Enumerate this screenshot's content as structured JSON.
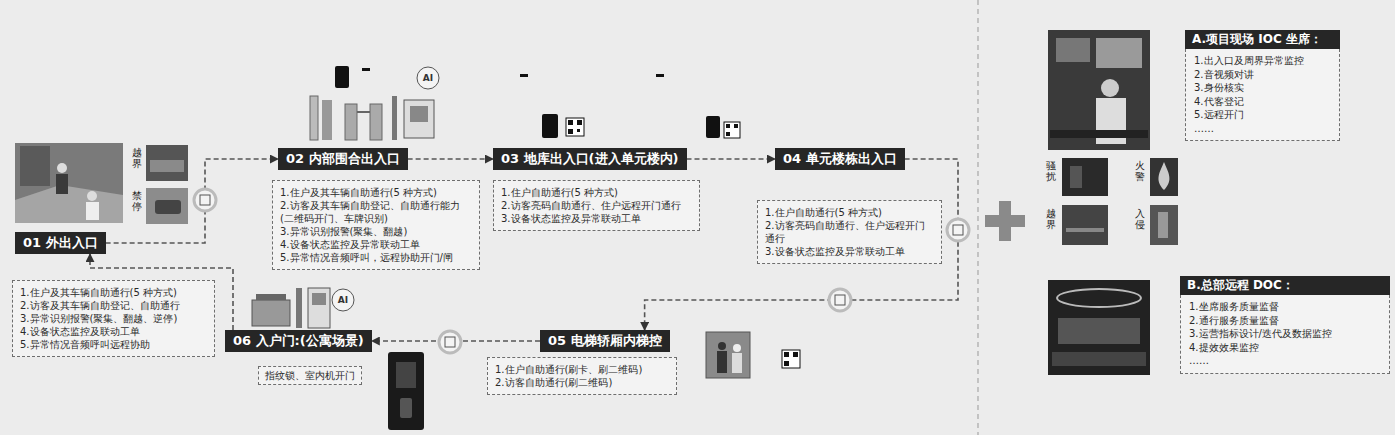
{
  "diagram": {
    "nodes": [
      {
        "text": [
          "01 外出入口"
        ]
      },
      {
        "text": [
          "1.住户及其车辆自助通行(5 种方式)",
          "2.访客及其车辆自助登记、自助通行",
          "3.异常识别报警(聚集、翻越、逆停)",
          "4.设备状态监控及联动工单",
          "5.异常情况音频呼叫远程协助"
        ]
      },
      {
        "text": [
          "02 内部围合出入口"
        ]
      },
      {
        "text": [
          "1.住户及其车辆自助通行(5 种方式)",
          "2.访客及其车辆自助登记、自助通行能力(二维码开门、车牌识别)",
          "3.异常识别报警(聚集、翻越)",
          "4.设备状态监控及异常联动工单",
          "5.异常情况音频呼叫，远程协助开门/闸"
        ]
      },
      {
        "text": [
          "03 地库出入口(进入单元楼内)"
        ]
      },
      {
        "text": [
          "1.住户自助通行(5 种方式)",
          "2.访客亮码自助通行、住户远程开门通行",
          "3.设备状态监控及异常联动工单"
        ]
      },
      {
        "text": [
          "04 单元楼栋出入口"
        ]
      },
      {
        "text": [
          "1.住户自助通行(5 种方式)",
          "2.访客亮码自助通行、住户远程开门通行",
          "3.设备状态监控及异常联动工单"
        ]
      },
      {
        "text": [
          "05 电梯轿厢内梯控"
        ]
      },
      {
        "text": [
          "1.住户自助通行(刷卡、刷二维码)",
          "2.访客自助通行(刷二维码)"
        ]
      },
      {
        "text": [
          "06 入户门:(公寓场景)"
        ]
      },
      {
        "text": [
          "指纹锁、室内机开门"
        ]
      },
      {
        "text": [
          "A.项目现场 IOC 坐席：",
          "1.出入口及周界异常监控",
          "2.音视频对讲",
          "3.身份核实",
          "4.代客登记",
          "5.远程开门",
          "……"
        ]
      },
      {
        "text": [
          "B.总部远程 DOC：",
          "1.坐席服务质量监督",
          "2.通行服务质量监督",
          "3.运营指标设计/迭代及数据监控",
          "4.提效效果监控",
          "……"
        ]
      }
    ],
    "edges": [
      {
        "from": 0,
        "to": 2,
        "arrow": "to"
      },
      {
        "from": 2,
        "to": 4,
        "arrow": "to"
      },
      {
        "from": 4,
        "to": 6,
        "arrow": "to"
      },
      {
        "from": 6,
        "to": 8,
        "arrow": "to"
      },
      {
        "from": 8,
        "to": 10,
        "arrow": "to"
      },
      {
        "from": 10,
        "to": 0,
        "arrow": "to"
      }
    ],
    "labels": [
      "越界",
      "禁停",
      "AI",
      "AI",
      "骚扰",
      "火警",
      "越界",
      "入侵"
    ]
  }
}
